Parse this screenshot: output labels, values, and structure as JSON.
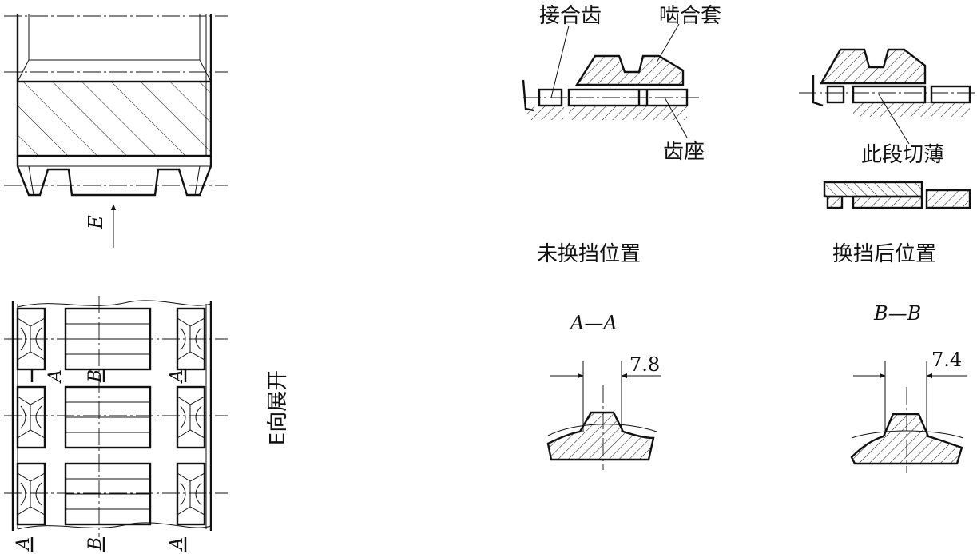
{
  "labels": {
    "connecting_teeth": "接合齿",
    "sleeve": "啮合套",
    "gear_seat": "齿座",
    "thinned_section": "此段切薄",
    "position_before": "未换挡位置",
    "position_after": "换挡后位置",
    "view_e_expanded": "E向展开",
    "view_e": "E",
    "section_aa": "A—A",
    "section_bb": "B—B",
    "dim_aa": "7.8",
    "dim_bb": "7.4",
    "mark_a": "A",
    "mark_b": "B"
  }
}
